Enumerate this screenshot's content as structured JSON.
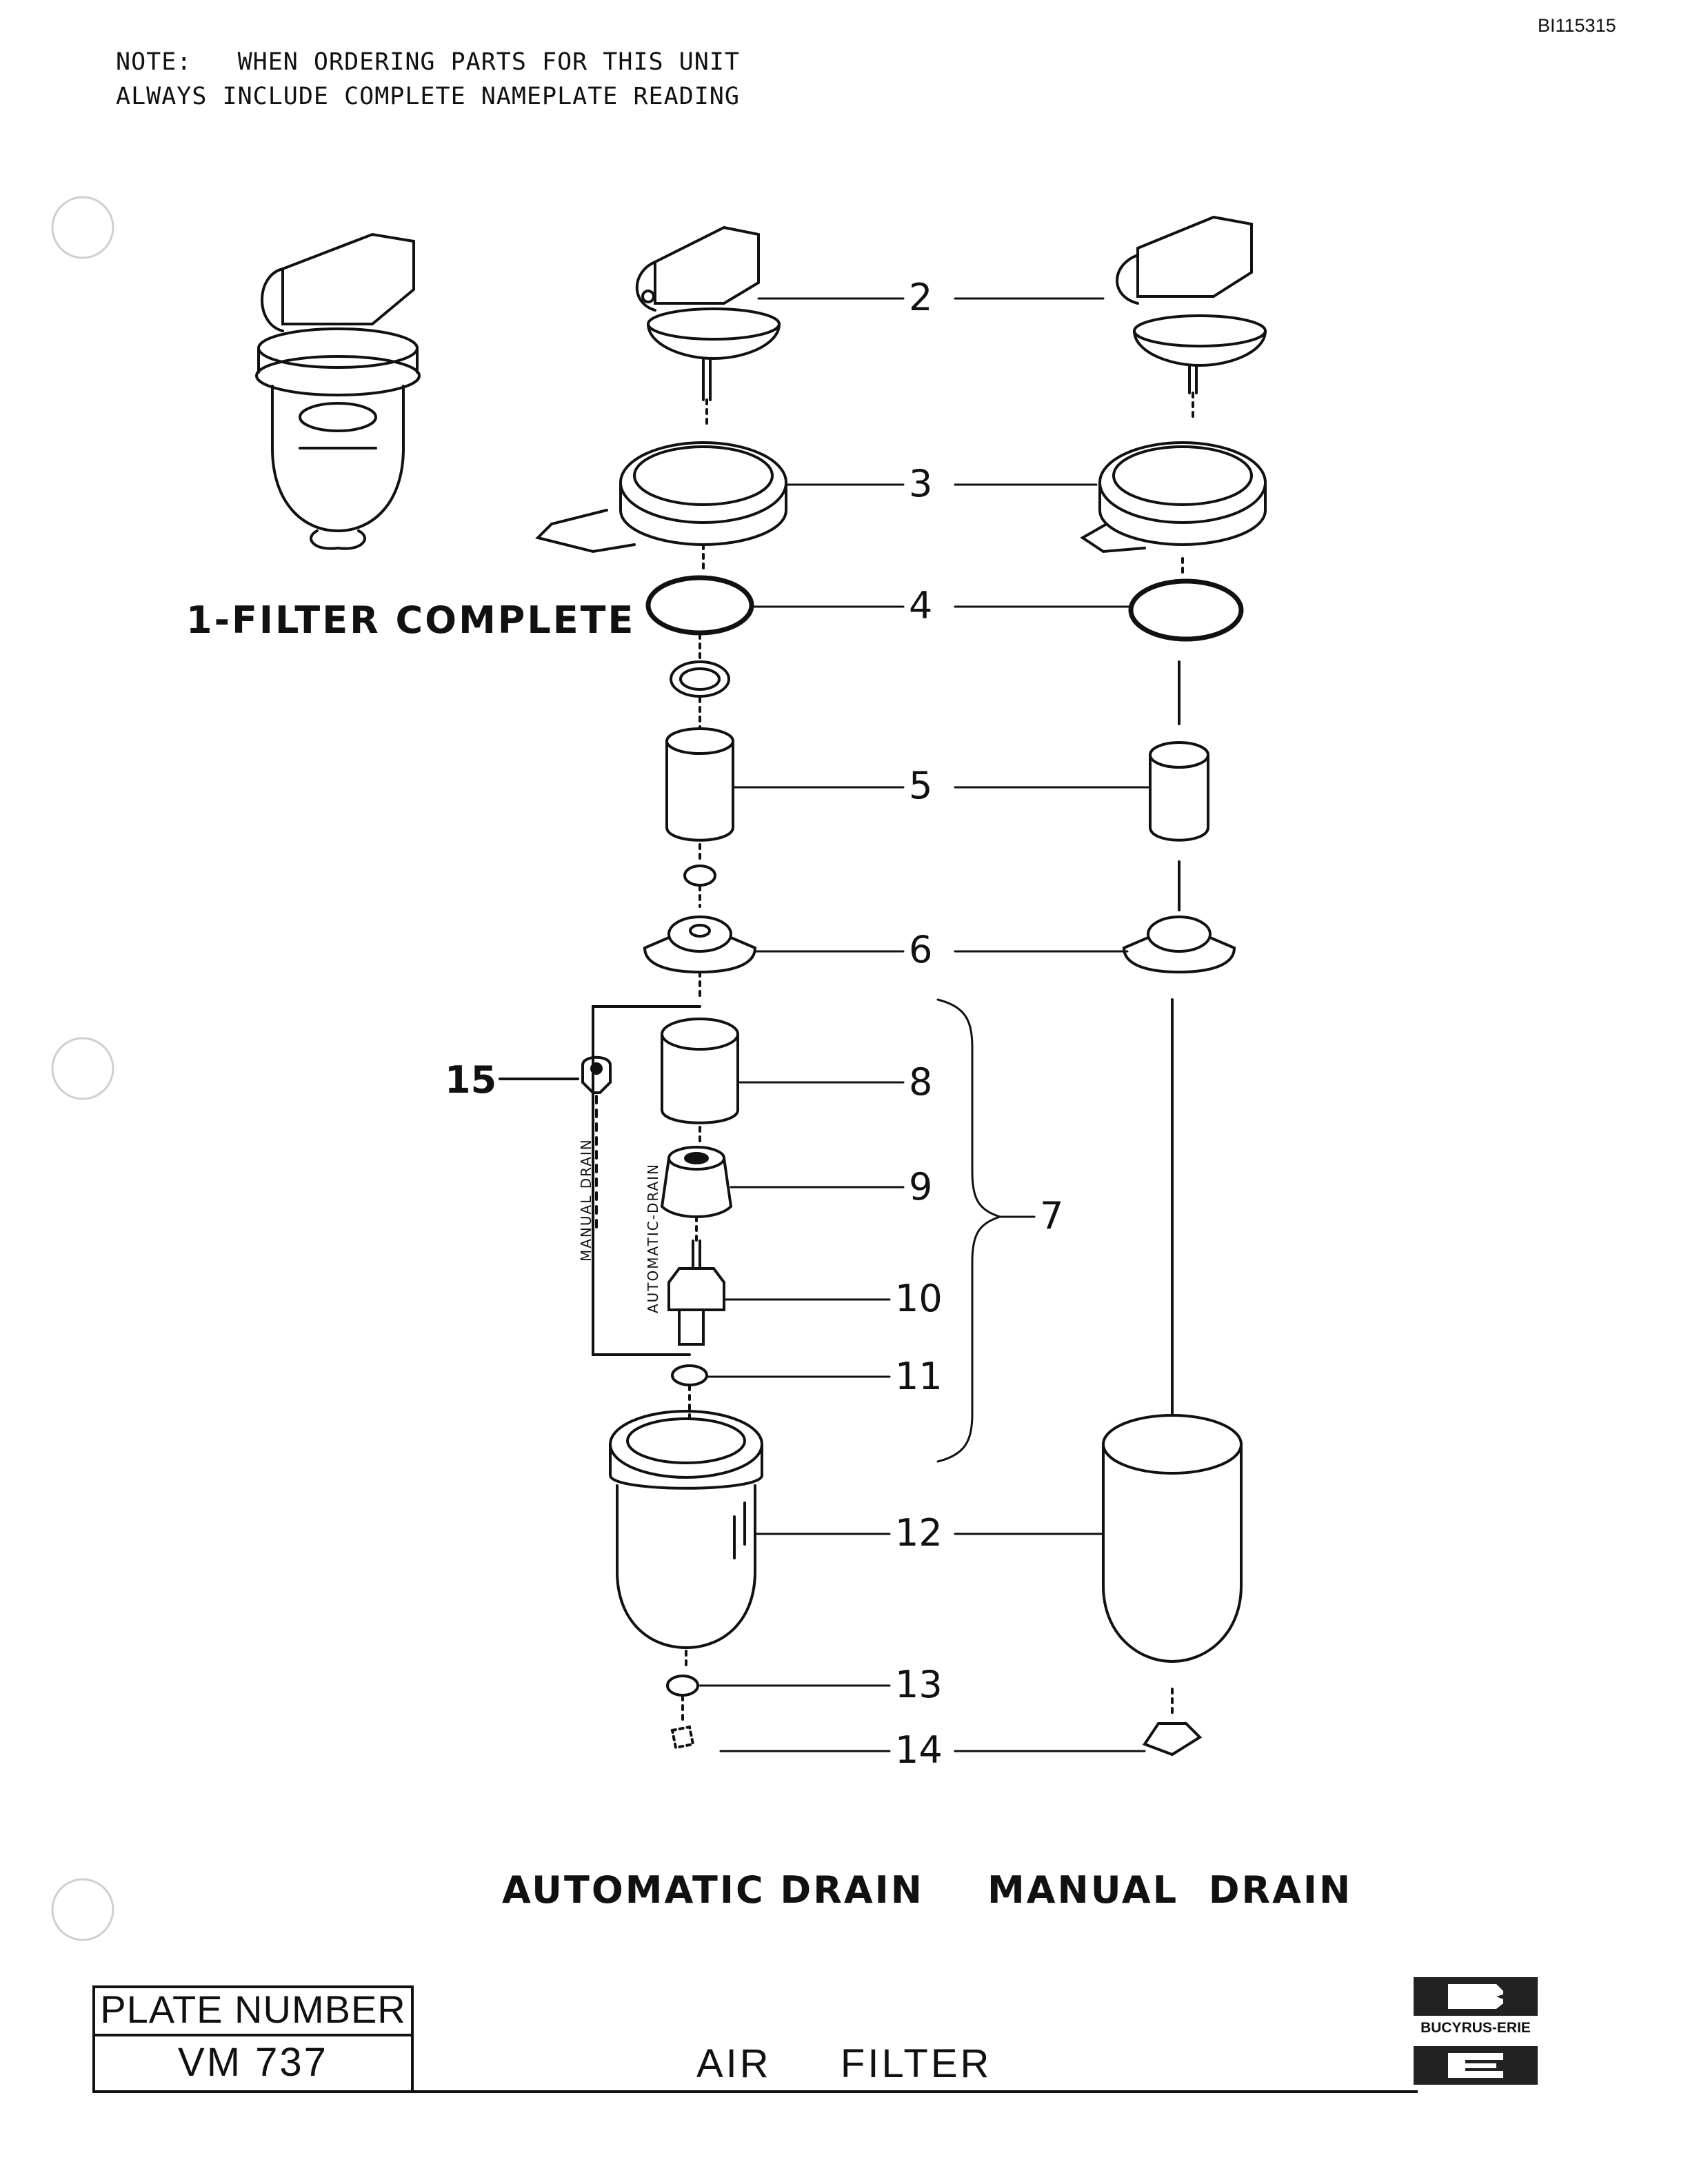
{
  "document_id": "BI115315",
  "note": {
    "line1": "NOTE:   WHEN ORDERING PARTS FOR THIS UNIT",
    "line2": "ALWAYS INCLUDE COMPLETE NAMEPLATE READING"
  },
  "complete_label": "1-FILTER COMPLETE",
  "callouts": [
    "2",
    "3",
    "4",
    "5",
    "6",
    "7",
    "8",
    "9",
    "10",
    "11",
    "12",
    "13",
    "14",
    "15"
  ],
  "vertical_labels": {
    "manual": "MANUAL DRAIN",
    "automatic": "AUTOMATIC-DRAIN"
  },
  "captions": {
    "automatic": "AUTOMATIC DRAIN",
    "manual": "MANUAL  DRAIN"
  },
  "plate": {
    "label": "PLATE NUMBER",
    "value": "VM 737"
  },
  "title": "AIR  FILTER",
  "brand": {
    "logo_letters": "B E",
    "name": "BUCYRUS-ERIE"
  }
}
